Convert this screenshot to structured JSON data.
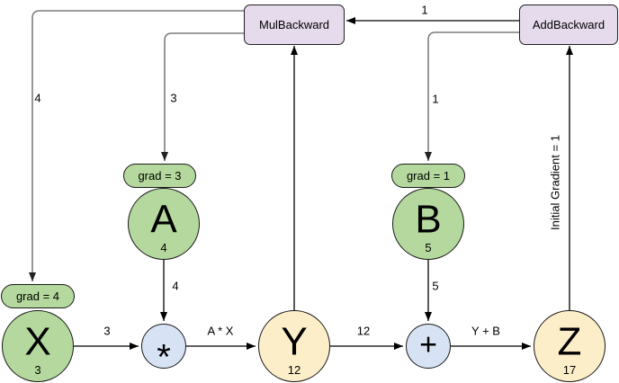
{
  "colors": {
    "backward_box_fill": "#e6dbec",
    "variable_green": "#b4d89d",
    "op_blue": "#d7e3f5",
    "output_yellow": "#fceec9",
    "stroke_dark": "#1a1a1a",
    "wire_gray": "#7d7d7d"
  },
  "backward_boxes": {
    "mul": "MulBackward",
    "add": "AddBackward"
  },
  "grad_pills": {
    "x": "grad = 4",
    "a": "grad = 3",
    "b": "grad = 1"
  },
  "nodes": {
    "x": {
      "letter": "X",
      "value": "3"
    },
    "a": {
      "letter": "A",
      "value": "4"
    },
    "b": {
      "letter": "B",
      "value": "5"
    },
    "y": {
      "letter": "Y",
      "value": "12"
    },
    "z": {
      "letter": "Z",
      "value": "17"
    }
  },
  "ops": {
    "mul": "*",
    "add": "+"
  },
  "edge_labels": {
    "add_to_mul": "1",
    "mul_to_x_grad": "4",
    "mul_to_a_grad": "3",
    "add_to_b_grad": "1",
    "x_to_mul_op": "3",
    "a_to_mul_op": "4",
    "mul_op_to_y": "A * X",
    "y_to_add_op": "12",
    "b_to_add_op": "5",
    "add_op_to_z": "Y + B",
    "z_to_add_backward": "Initial Gradient = 1"
  }
}
